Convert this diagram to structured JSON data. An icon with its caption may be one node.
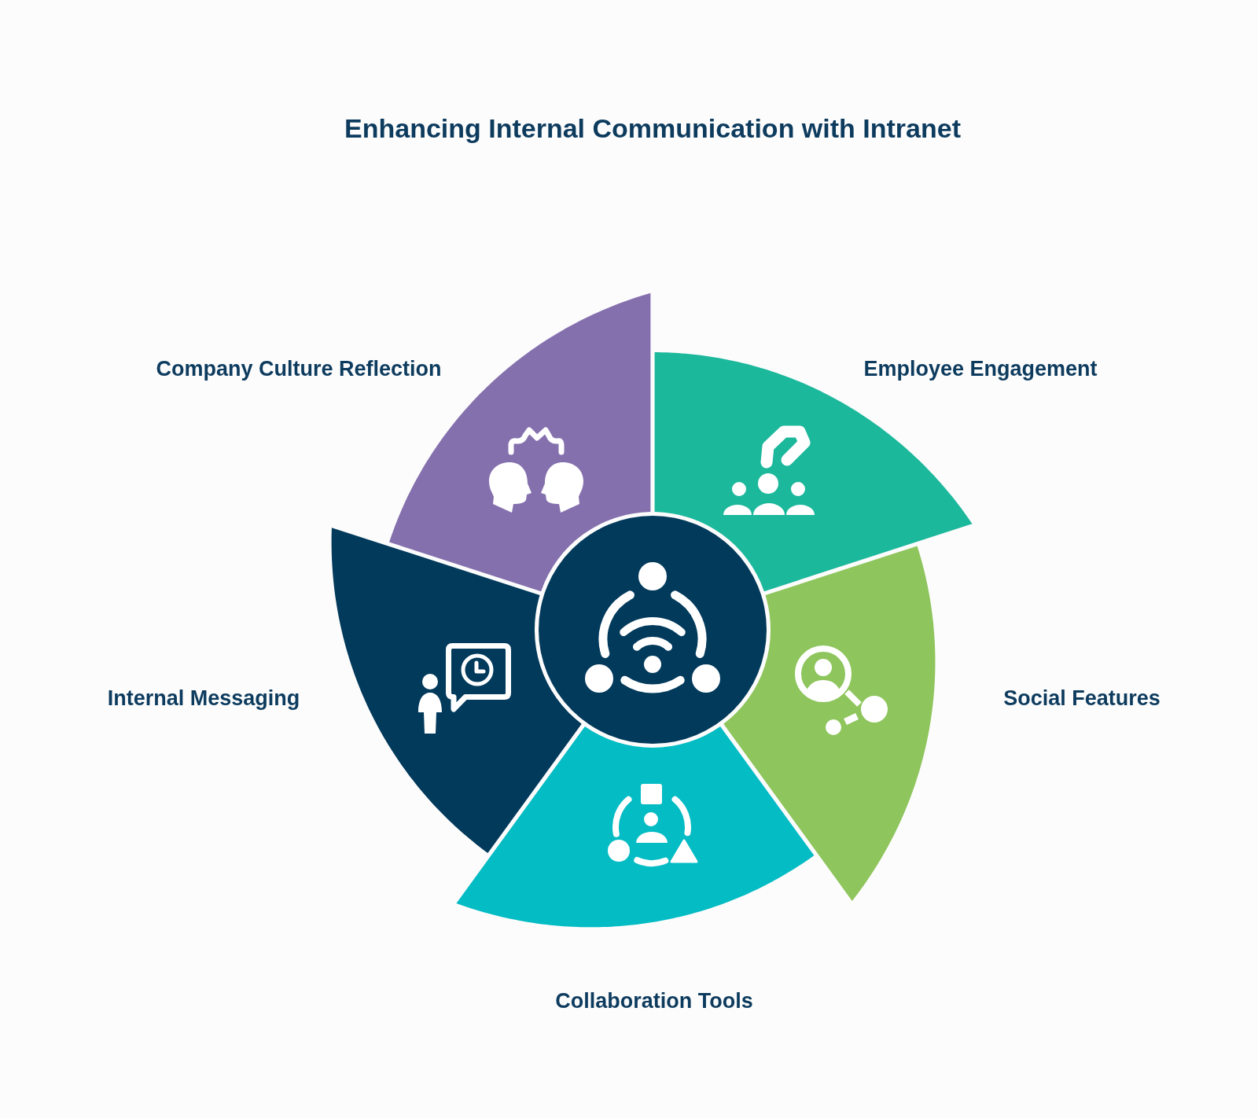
{
  "diagram": {
    "title": "Enhancing Internal Communication with Intranet",
    "nodes": [
      {
        "text": [],
        "shape": "wedge",
        "beside": [
          "Company Culture Reflection"
        ]
      },
      {
        "text": [],
        "shape": "wedge",
        "beside": [
          "Employee Engagement"
        ]
      },
      {
        "text": [],
        "shape": "circle"
      },
      {
        "text": [],
        "shape": "wedge",
        "beside": [
          "Internal Messaging"
        ]
      },
      {
        "text": [],
        "shape": "wedge",
        "beside": [
          "Social Features"
        ]
      },
      {
        "text": [],
        "shape": "wedge",
        "beside": [
          "Collaboration Tools"
        ]
      }
    ]
  }
}
